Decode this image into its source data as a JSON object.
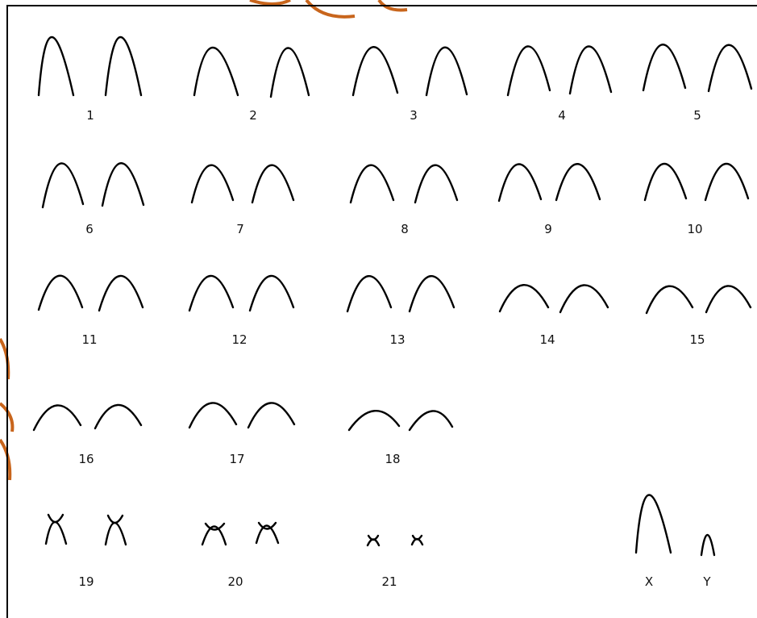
{
  "labels": {
    "c1": "1",
    "c2": "2",
    "c3": "3",
    "c4": "4",
    "c5": "5",
    "c6": "6",
    "c7": "7",
    "c8": "8",
    "c9": "9",
    "c10": "10",
    "c11": "11",
    "c12": "12",
    "c13": "13",
    "c14": "14",
    "c15": "15",
    "c16": "16",
    "c17": "17",
    "c18": "18",
    "c19": "19",
    "c20": "20",
    "c21": "21",
    "x": "X",
    "y": "Y"
  },
  "colors": {
    "ink": "#000000",
    "background": "#ffffff",
    "decor": "#c8651c"
  }
}
